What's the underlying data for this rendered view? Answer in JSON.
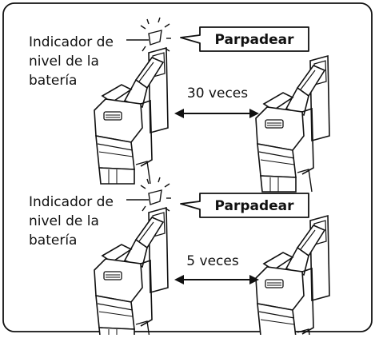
{
  "top": {
    "indicator_label": [
      "Indicador de",
      "nivel de la",
      "batería"
    ],
    "callout": "Parpadear",
    "count": "30 veces"
  },
  "bottom": {
    "indicator_label": [
      "Indicador de",
      "nivel de la",
      "batería"
    ],
    "callout": "Parpadear",
    "count": "5 veces"
  }
}
